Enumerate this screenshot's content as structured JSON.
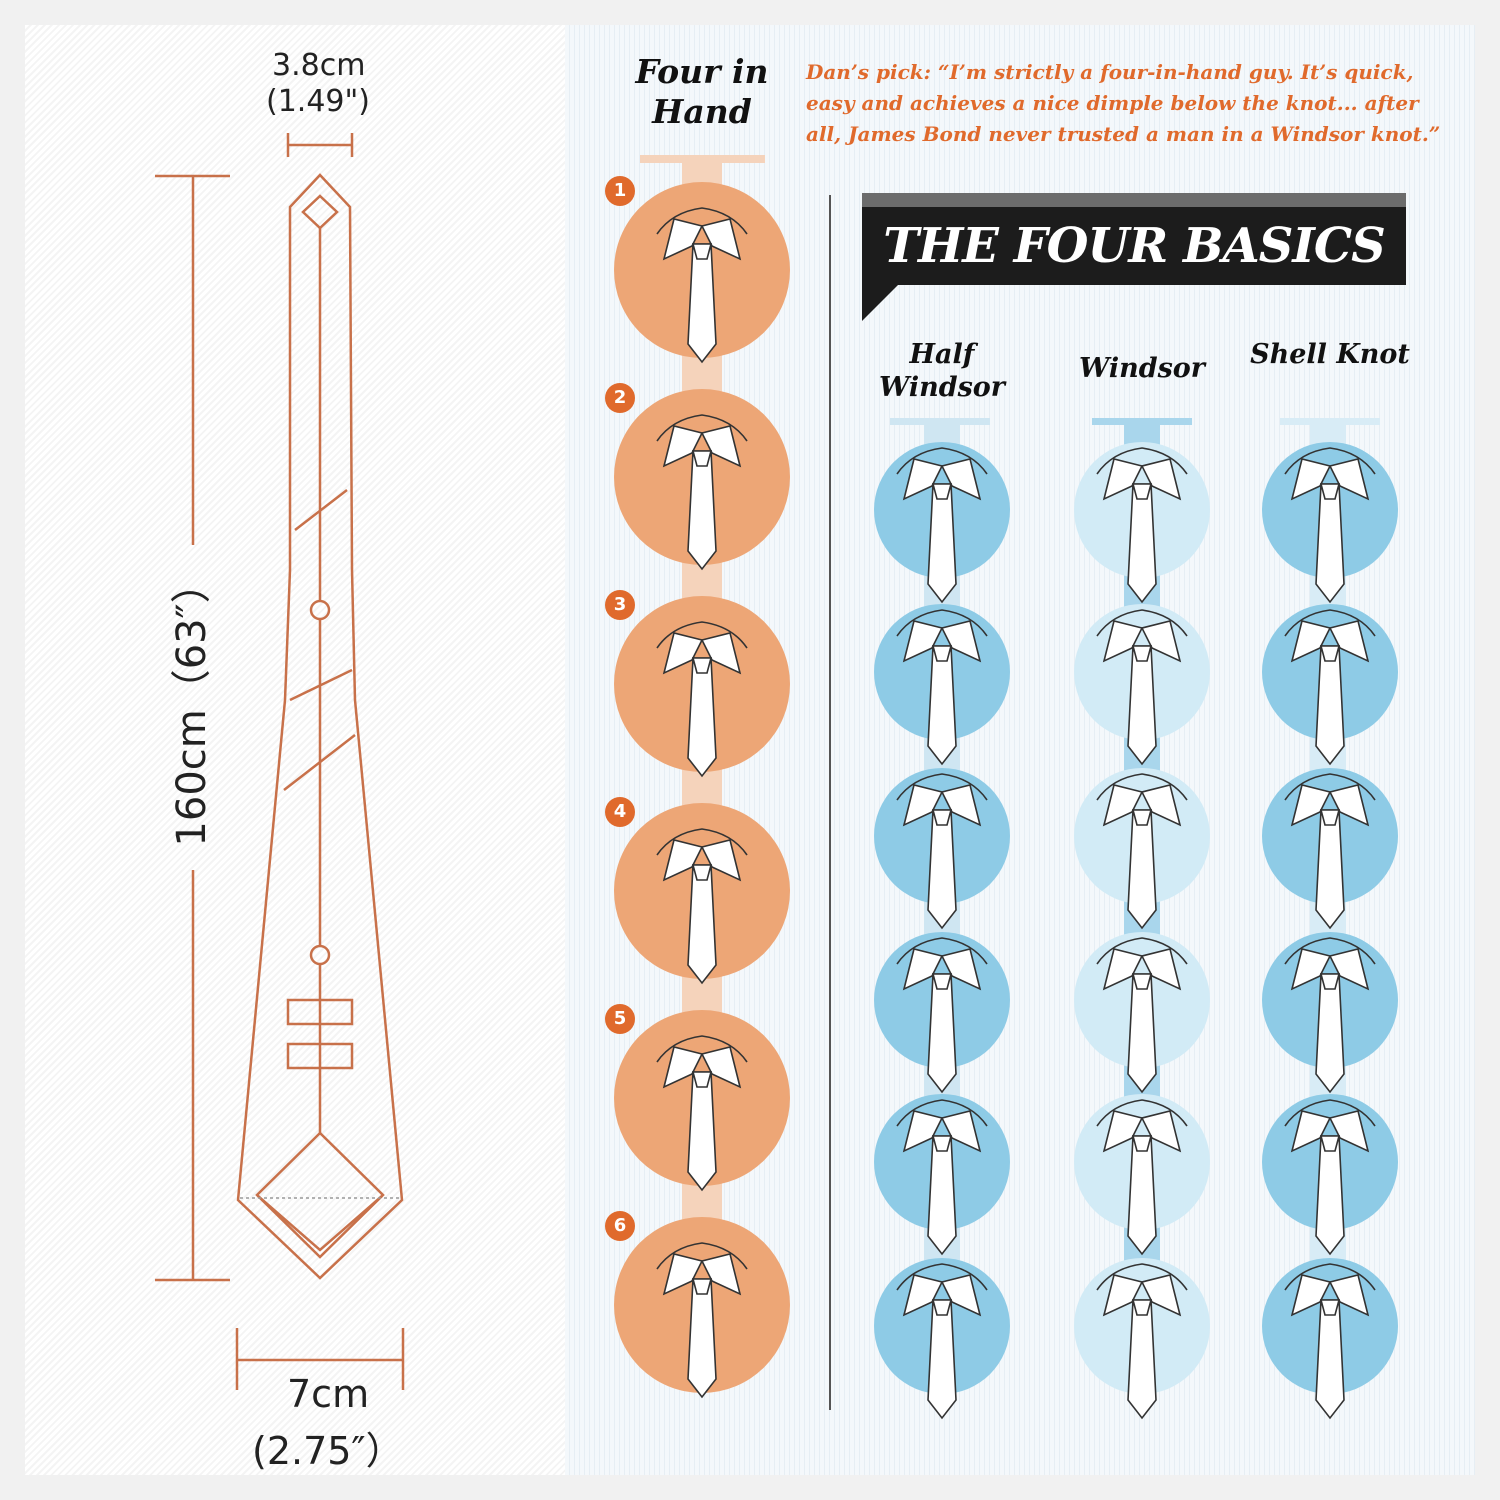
{
  "dimensions": {
    "width_top": "3.8cm",
    "width_top_in": "(1.49\")",
    "length": "160cm（63″）",
    "width_bottom": "7cm",
    "width_bottom_in": "(2.75″）"
  },
  "four_in_hand": {
    "title": "Four in Hand",
    "quote": "Dan’s pick: “I’m strictly a four-in-hand guy. It’s quick, easy and achieves a nice dimple below the knot... after all, James Bond never trusted a man in a Windsor knot.”",
    "steps": [
      "1",
      "2",
      "3",
      "4",
      "5",
      "6"
    ]
  },
  "banner": {
    "title": "THE FOUR BASICS"
  },
  "columns": [
    {
      "title": "Half Windsor"
    },
    {
      "title": "Windsor"
    },
    {
      "title": "Shell Knot"
    }
  ],
  "colors": {
    "accent_orange": "#e06a2c",
    "circle_orange": "#eda676",
    "circle_blue": "#8ecbe6",
    "circle_light_blue": "#d2ebf6",
    "banner": "#1c1c1c"
  }
}
